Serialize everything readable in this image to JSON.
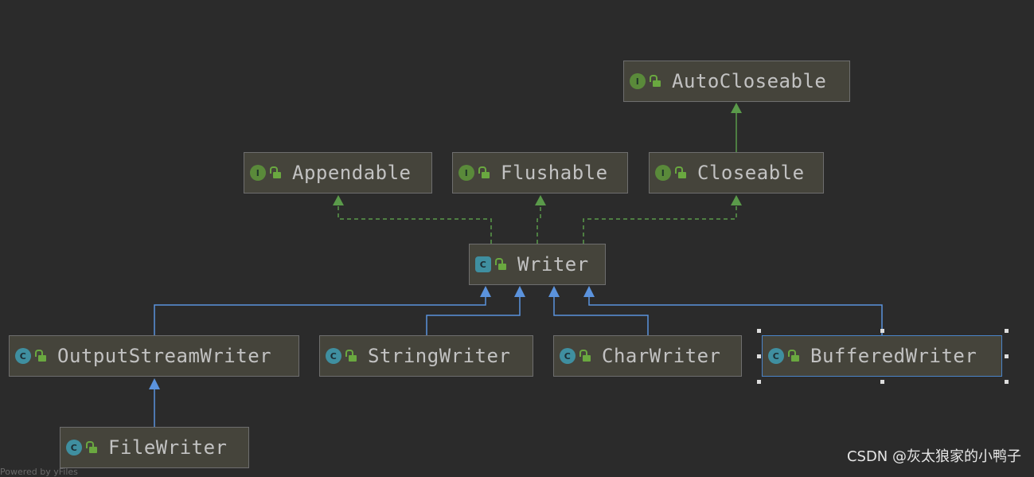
{
  "colors": {
    "background": "#2b2b2b",
    "node_fill": "#45443b",
    "implements_edge": "#5a9a4a",
    "extends_edge": "#5b93dd",
    "selection": "#4b84c8"
  },
  "nodes": {
    "autocloseable": {
      "label": "AutoCloseable",
      "kind": "interface"
    },
    "appendable": {
      "label": "Appendable",
      "kind": "interface"
    },
    "flushable": {
      "label": "Flushable",
      "kind": "interface"
    },
    "closeable": {
      "label": "Closeable",
      "kind": "interface"
    },
    "writer": {
      "label": "Writer",
      "kind": "abstract-class"
    },
    "outputstreamwriter": {
      "label": "OutputStreamWriter",
      "kind": "class"
    },
    "stringwriter": {
      "label": "StringWriter",
      "kind": "class"
    },
    "charwriter": {
      "label": "CharWriter",
      "kind": "class"
    },
    "bufferedwriter": {
      "label": "BufferedWriter",
      "kind": "class",
      "selected": true
    },
    "filewriter": {
      "label": "FileWriter",
      "kind": "class"
    }
  },
  "kind_badges": {
    "interface": "I",
    "class": "C"
  },
  "edges": [
    {
      "from": "closeable",
      "to": "autocloseable",
      "type": "extends-interface"
    },
    {
      "from": "writer",
      "to": "appendable",
      "type": "implements"
    },
    {
      "from": "writer",
      "to": "flushable",
      "type": "implements"
    },
    {
      "from": "writer",
      "to": "closeable",
      "type": "implements"
    },
    {
      "from": "outputstreamwriter",
      "to": "writer",
      "type": "extends"
    },
    {
      "from": "stringwriter",
      "to": "writer",
      "type": "extends"
    },
    {
      "from": "charwriter",
      "to": "writer",
      "type": "extends"
    },
    {
      "from": "bufferedwriter",
      "to": "writer",
      "type": "extends"
    },
    {
      "from": "filewriter",
      "to": "outputstreamwriter",
      "type": "extends"
    }
  ],
  "watermark": "CSDN @灰太狼家的小鸭子",
  "footer_cut": "Powered by yFiles"
}
